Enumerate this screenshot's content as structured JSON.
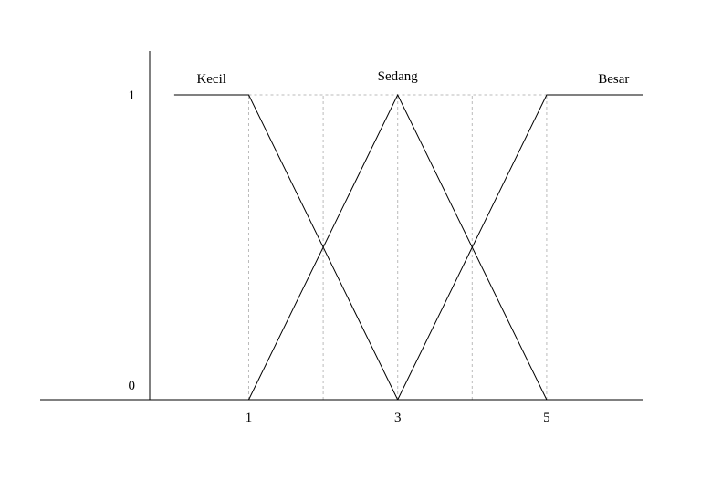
{
  "chart_data": {
    "type": "line",
    "title": "",
    "xlabel": "",
    "ylabel": "",
    "xlim": [
      -1.8,
      6.3
    ],
    "ylim": [
      0,
      1
    ],
    "x_ticks": [
      "1",
      "3",
      "5"
    ],
    "y_ticks": [
      "0",
      "1"
    ],
    "grid": false,
    "series": [
      {
        "name": "Kecil",
        "x": [
          0,
          1,
          3
        ],
        "y": [
          1,
          1,
          0
        ]
      },
      {
        "name": "Sedang",
        "x": [
          1,
          3,
          5
        ],
        "y": [
          0,
          1,
          0
        ]
      },
      {
        "name": "Besar",
        "x": [
          3,
          5,
          6.3
        ],
        "y": [
          0,
          1,
          1
        ]
      }
    ],
    "guide_x": [
      1,
      2,
      3,
      4,
      5
    ],
    "colors": {
      "line": "#000000",
      "guide": "#bbbbbb"
    }
  }
}
